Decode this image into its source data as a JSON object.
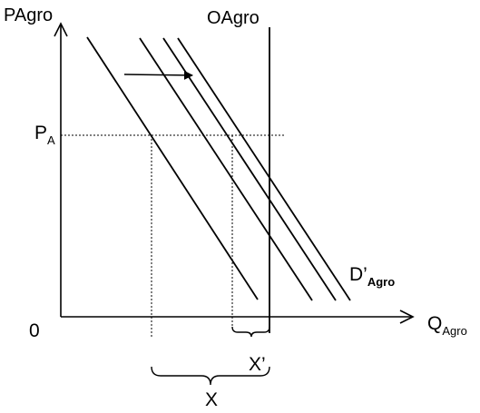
{
  "labels": {
    "y_axis": "PAgro",
    "supply": "OAgro",
    "price_main": "P",
    "price_sub": "A",
    "origin": "0",
    "x_axis_main": "Q",
    "x_axis_sub": "Agro",
    "demand_main": "D’",
    "demand_sub": "Agro",
    "brace_small": "X’",
    "brace_large": "X"
  },
  "diagram": {
    "demand_lines": 4,
    "shift_direction": "right",
    "colors": {
      "ink": "#000000",
      "background": "#ffffff"
    }
  }
}
